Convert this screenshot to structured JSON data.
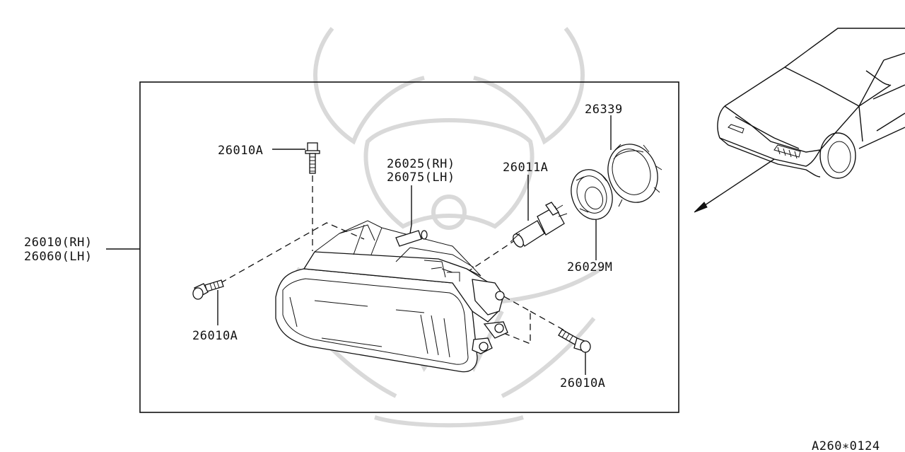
{
  "diagram_code": "A260∗0124",
  "callouts": {
    "bolt_top": "26010A",
    "bolt_left": "26010A",
    "bolt_right": "26010A",
    "housing_rh": "26025(RH)",
    "housing_lh": "26075(LH)",
    "bulb": "26011A",
    "cap": "26339",
    "socket": "26029M",
    "assembly_rh": "26010(RH)",
    "assembly_lh": "26060(LH)"
  },
  "icons": [
    "watermark-emblem",
    "headlamp-assembly",
    "bolt",
    "bulb",
    "bulb-socket",
    "dust-cap",
    "car-front-view",
    "direction-arrow"
  ]
}
